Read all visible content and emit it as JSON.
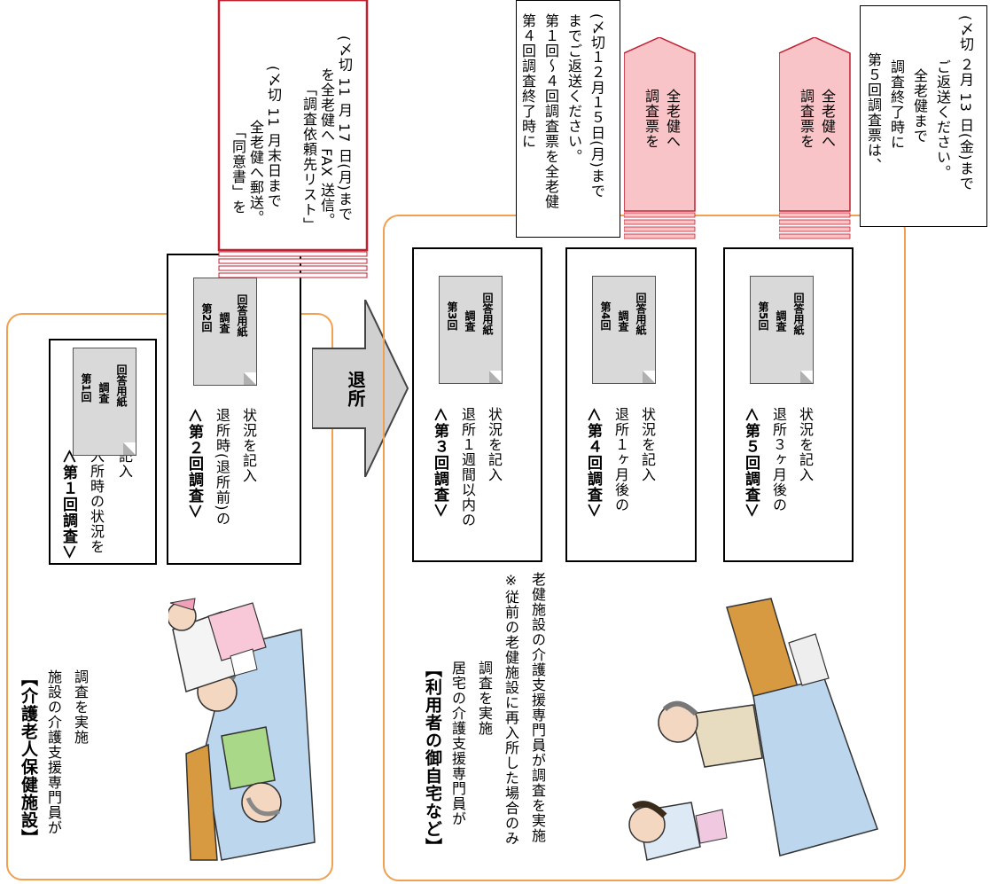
{
  "facility": {
    "heading": "【介護老人保健施設】",
    "line1": "施設の介護支援専門員が",
    "line2": "調査を実施",
    "survey1": {
      "title": "＜第１回調査＞",
      "line1": "入所時の状況を",
      "line2": "記入",
      "sheet": [
        "第1回",
        "調査",
        "回答用紙"
      ]
    },
    "survey2": {
      "title": "＜第２回調査＞",
      "line1": "退所時(退所前)の",
      "line2": "状況を記入",
      "sheet": [
        "第2回",
        "調査",
        "回答用紙"
      ]
    }
  },
  "arrow": {
    "label": "退所"
  },
  "home": {
    "heading": "【利用者の御自宅など】",
    "line1": "居宅の介護支援専門員が",
    "line2": "調査を実施",
    "note1": "※従前の老健施設に再入所した場合のみ",
    "note2": "老健施設の介護支援専門員が調査を実施",
    "survey3": {
      "title": "＜第３回調査＞",
      "line1": "退所１週間以内の",
      "line2": "状況を記入",
      "sheet": [
        "第3回",
        "調査",
        "回答用紙"
      ]
    },
    "survey4": {
      "title": "＜第４回調査＞",
      "line1": "退所１ヶ月後の",
      "line2": "状況を記入",
      "sheet": [
        "第4回",
        "調査",
        "回答用紙"
      ]
    },
    "survey5": {
      "title": "＜第５回調査＞",
      "line1": "退所３ヶ月後の",
      "line2": "状況を記入",
      "sheet": [
        "第5回",
        "調査",
        "回答用紙"
      ]
    }
  },
  "callouts": {
    "agreement": {
      "l1": "「同意書」を",
      "l2": "全老健へ郵送。",
      "l3": "(〆切 11 月末日まで",
      "l4": "「調査依頼先リスト」",
      "l5": "を全老健へ FAX 送信。",
      "l6": "(〆切 11 月 17 日(月)まで"
    },
    "send1": {
      "l1": "調査票を",
      "l2": "全老健へ"
    },
    "send2": {
      "l1": "調査票を",
      "l2": "全老健へ"
    },
    "return4": {
      "l1": "第４回調査終了時に",
      "l2": "第１回～４回調査票を全老健",
      "l3": "までご返送ください。",
      "l4": "(〆切１２月１５日(月)まで"
    },
    "return5": {
      "l1": "第５回調査票は、",
      "l2": "調査終了時に",
      "l3": "全老健まで",
      "l4": "ご返送ください。",
      "l5": "(〆切 ２月 13 日(金)まで"
    }
  },
  "colors": {
    "frame": "#f0a050",
    "callout_pink": "#f8c4c8",
    "callout_border": "#c02030",
    "arrow_gray": "#d0d0d0"
  }
}
